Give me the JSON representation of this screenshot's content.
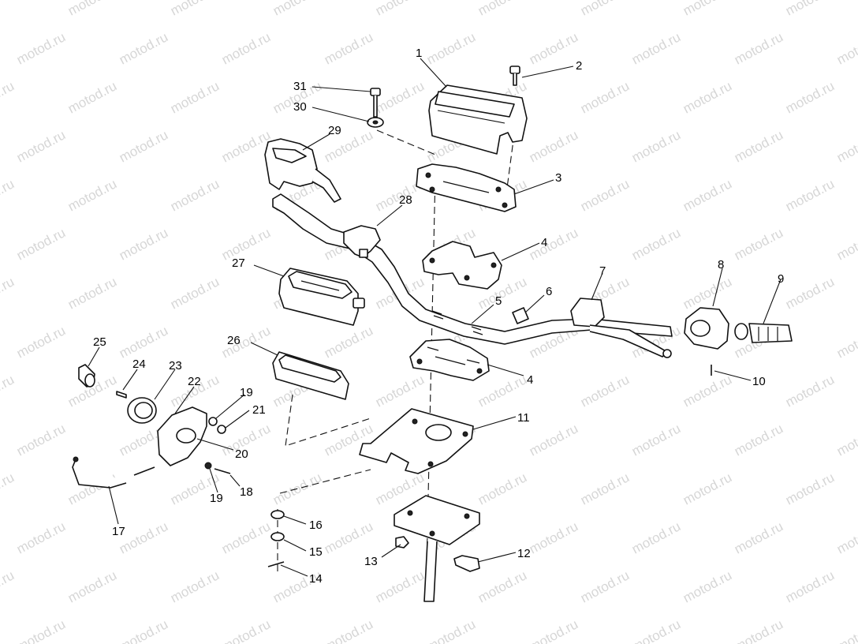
{
  "watermark": "motod.ru",
  "callouts": [
    {
      "id": "1",
      "label": "1"
    },
    {
      "id": "2",
      "label": "2"
    },
    {
      "id": "3",
      "label": "3"
    },
    {
      "id": "4a",
      "label": "4"
    },
    {
      "id": "4b",
      "label": "4"
    },
    {
      "id": "5",
      "label": "5"
    },
    {
      "id": "6",
      "label": "6"
    },
    {
      "id": "7",
      "label": "7"
    },
    {
      "id": "8",
      "label": "8"
    },
    {
      "id": "9",
      "label": "9"
    },
    {
      "id": "10",
      "label": "10"
    },
    {
      "id": "11",
      "label": "11"
    },
    {
      "id": "12",
      "label": "12"
    },
    {
      "id": "13",
      "label": "13"
    },
    {
      "id": "14",
      "label": "14"
    },
    {
      "id": "15",
      "label": "15"
    },
    {
      "id": "16",
      "label": "16"
    },
    {
      "id": "17",
      "label": "17"
    },
    {
      "id": "18",
      "label": "18"
    },
    {
      "id": "19a",
      "label": "19"
    },
    {
      "id": "19b",
      "label": "19"
    },
    {
      "id": "20",
      "label": "20"
    },
    {
      "id": "21",
      "label": "21"
    },
    {
      "id": "22",
      "label": "22"
    },
    {
      "id": "23",
      "label": "23"
    },
    {
      "id": "24",
      "label": "24"
    },
    {
      "id": "25",
      "label": "25"
    },
    {
      "id": "26",
      "label": "26"
    },
    {
      "id": "27",
      "label": "27"
    },
    {
      "id": "28",
      "label": "28"
    },
    {
      "id": "29",
      "label": "29"
    },
    {
      "id": "30",
      "label": "30"
    },
    {
      "id": "31",
      "label": "31"
    }
  ]
}
